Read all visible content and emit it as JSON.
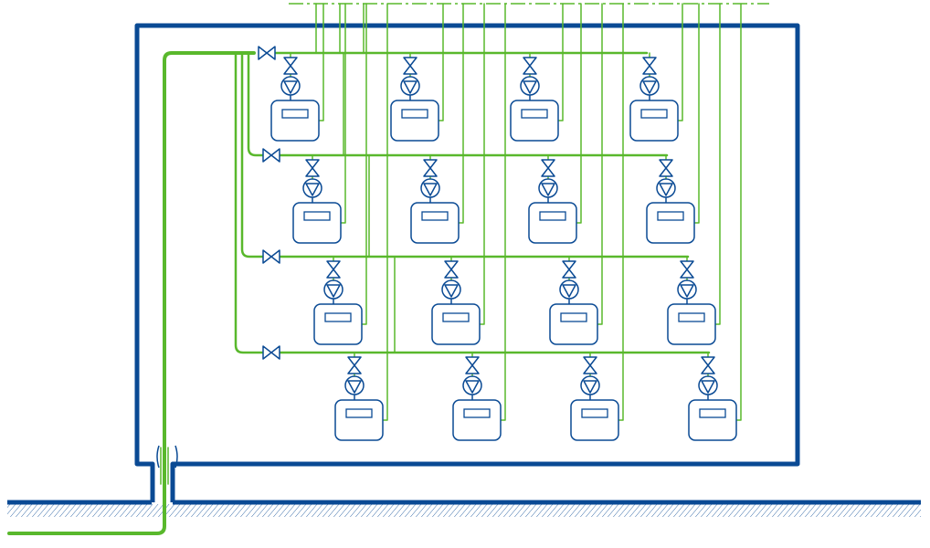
{
  "diagram": {
    "description_visible_text": "",
    "colors": {
      "building_outline": "#0a4a94",
      "pipe": "#59b82c",
      "hatch": "#0a4a94",
      "background": "#ffffff"
    },
    "floors": [
      {
        "floor": 1,
        "meters": 4
      },
      {
        "floor": 2,
        "meters": 4
      },
      {
        "floor": 3,
        "meters": 4
      },
      {
        "floor": 4,
        "meters": 4
      }
    ],
    "icons": [
      "gate-valve-icon",
      "check-valve-icon",
      "water-meter-icon"
    ]
  }
}
